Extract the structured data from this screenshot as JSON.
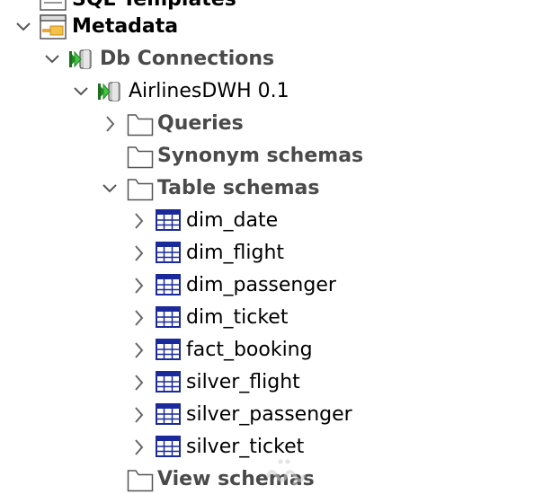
{
  "tree": {
    "sql_templates": {
      "label": "SQL Templates"
    },
    "metadata": {
      "label": "Metadata"
    },
    "db_connections": {
      "label": "Db Connections"
    },
    "connection": {
      "label": "AirlinesDWH 0.1"
    },
    "queries": {
      "label": "Queries"
    },
    "synonym_schemas": {
      "label": "Synonym schemas"
    },
    "table_schemas": {
      "label": "Table schemas"
    },
    "tables": [
      {
        "label": "dim_date"
      },
      {
        "label": "dim_flight"
      },
      {
        "label": "dim_passenger"
      },
      {
        "label": "dim_ticket"
      },
      {
        "label": "fact_booking"
      },
      {
        "label": "silver_flight"
      },
      {
        "label": "silver_passenger"
      },
      {
        "label": "silver_ticket"
      }
    ],
    "view_schemas": {
      "label": "View schemas"
    }
  },
  "colors": {
    "folder_stroke": "#555555",
    "table_icon": "#1a2a9a",
    "connection_green": "#2fa82f",
    "chevron": "#555555"
  },
  "icons": {
    "folder": "folder-icon",
    "table": "table-icon",
    "connection": "db-connection-icon",
    "metadata": "metadata-icon",
    "chevron_expanded": "chevron-down-icon",
    "chevron_collapsed": "chevron-right-icon"
  }
}
